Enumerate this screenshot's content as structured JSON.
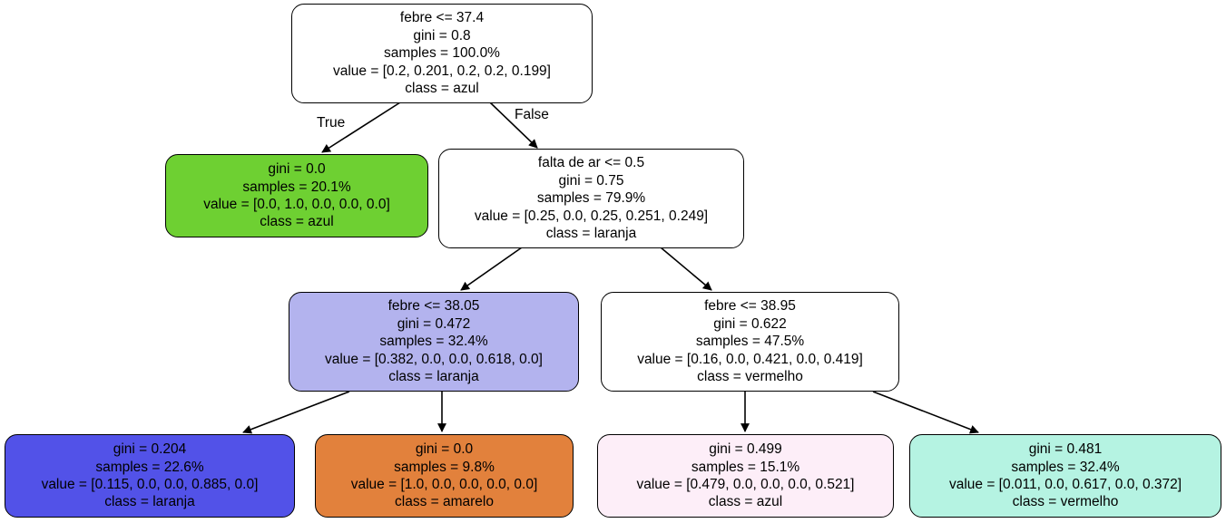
{
  "diagram": {
    "type": "decision-tree",
    "title": "",
    "background_color": "#ffffff",
    "edge_labels": {
      "true": "True",
      "false": "False"
    },
    "nodes": [
      {
        "id": "n0",
        "role": "root",
        "color": "#ffffff",
        "lines": [
          "febre <= 37.4",
          "gini = 0.8",
          "samples = 100.0%",
          "value = [0.2, 0.201, 0.2, 0.2, 0.199]",
          "class = azul"
        ],
        "feature": "febre",
        "threshold": 37.4,
        "gini": 0.8,
        "samples": "100.0%",
        "value": [
          0.2,
          0.201,
          0.2,
          0.2,
          0.199
        ],
        "class": "azul"
      },
      {
        "id": "n1",
        "role": "leaf",
        "color": "#6ed032",
        "lines": [
          "gini = 0.0",
          "samples = 20.1%",
          "value = [0.0, 1.0, 0.0, 0.0, 0.0]",
          "class = azul"
        ],
        "gini": 0.0,
        "samples": "20.1%",
        "value": [
          0.0,
          1.0,
          0.0,
          0.0,
          0.0
        ],
        "class": "azul"
      },
      {
        "id": "n2",
        "role": "internal",
        "color": "#ffffff",
        "lines": [
          "falta de ar <= 0.5",
          "gini = 0.75",
          "samples = 79.9%",
          "value = [0.25, 0.0, 0.25, 0.251, 0.249]",
          "class = laranja"
        ],
        "feature": "falta de ar",
        "threshold": 0.5,
        "gini": 0.75,
        "samples": "79.9%",
        "value": [
          0.25,
          0.0,
          0.25,
          0.251,
          0.249
        ],
        "class": "laranja"
      },
      {
        "id": "n3",
        "role": "internal",
        "color": "#b3b3ee",
        "lines": [
          "febre <= 38.05",
          "gini = 0.472",
          "samples = 32.4%",
          "value = [0.382, 0.0, 0.0, 0.618, 0.0]",
          "class = laranja"
        ],
        "feature": "febre",
        "threshold": 38.05,
        "gini": 0.472,
        "samples": "32.4%",
        "value": [
          0.382,
          0.0,
          0.0,
          0.618,
          0.0
        ],
        "class": "laranja"
      },
      {
        "id": "n4",
        "role": "internal",
        "color": "#ffffff",
        "lines": [
          "febre <= 38.95",
          "gini = 0.622",
          "samples = 47.5%",
          "value = [0.16, 0.0, 0.421, 0.0, 0.419]",
          "class = vermelho"
        ],
        "feature": "febre",
        "threshold": 38.95,
        "gini": 0.622,
        "samples": "47.5%",
        "value": [
          0.16,
          0.0,
          0.421,
          0.0,
          0.419
        ],
        "class": "vermelho"
      },
      {
        "id": "n5",
        "role": "leaf",
        "color": "#5252e8",
        "lines": [
          "gini = 0.204",
          "samples = 22.6%",
          "value = [0.115, 0.0, 0.0, 0.885, 0.0]",
          "class = laranja"
        ],
        "gini": 0.204,
        "samples": "22.6%",
        "value": [
          0.115,
          0.0,
          0.0,
          0.885,
          0.0
        ],
        "class": "laranja"
      },
      {
        "id": "n6",
        "role": "leaf",
        "color": "#e2813c",
        "lines": [
          "gini = 0.0",
          "samples = 9.8%",
          "value = [1.0, 0.0, 0.0, 0.0, 0.0]",
          "class = amarelo"
        ],
        "gini": 0.0,
        "samples": "9.8%",
        "value": [
          1.0,
          0.0,
          0.0,
          0.0,
          0.0
        ],
        "class": "amarelo"
      },
      {
        "id": "n7",
        "role": "leaf",
        "color": "#fdeef8",
        "lines": [
          "gini = 0.499",
          "samples = 15.1%",
          "value = [0.479, 0.0, 0.0, 0.0, 0.521]",
          "class = azul"
        ],
        "gini": 0.499,
        "samples": "15.1%",
        "value": [
          0.479,
          0.0,
          0.0,
          0.0,
          0.521
        ],
        "class": "azul"
      },
      {
        "id": "n8",
        "role": "leaf",
        "color": "#b5f3e2",
        "lines": [
          "gini = 0.481",
          "samples = 32.4%",
          "value = [0.011, 0.0, 0.617, 0.0, 0.372]",
          "class = vermelho"
        ],
        "gini": 0.481,
        "samples": "32.4%",
        "value": [
          0.011,
          0.0,
          0.617,
          0.0,
          0.372
        ],
        "class": "vermelho"
      }
    ]
  }
}
